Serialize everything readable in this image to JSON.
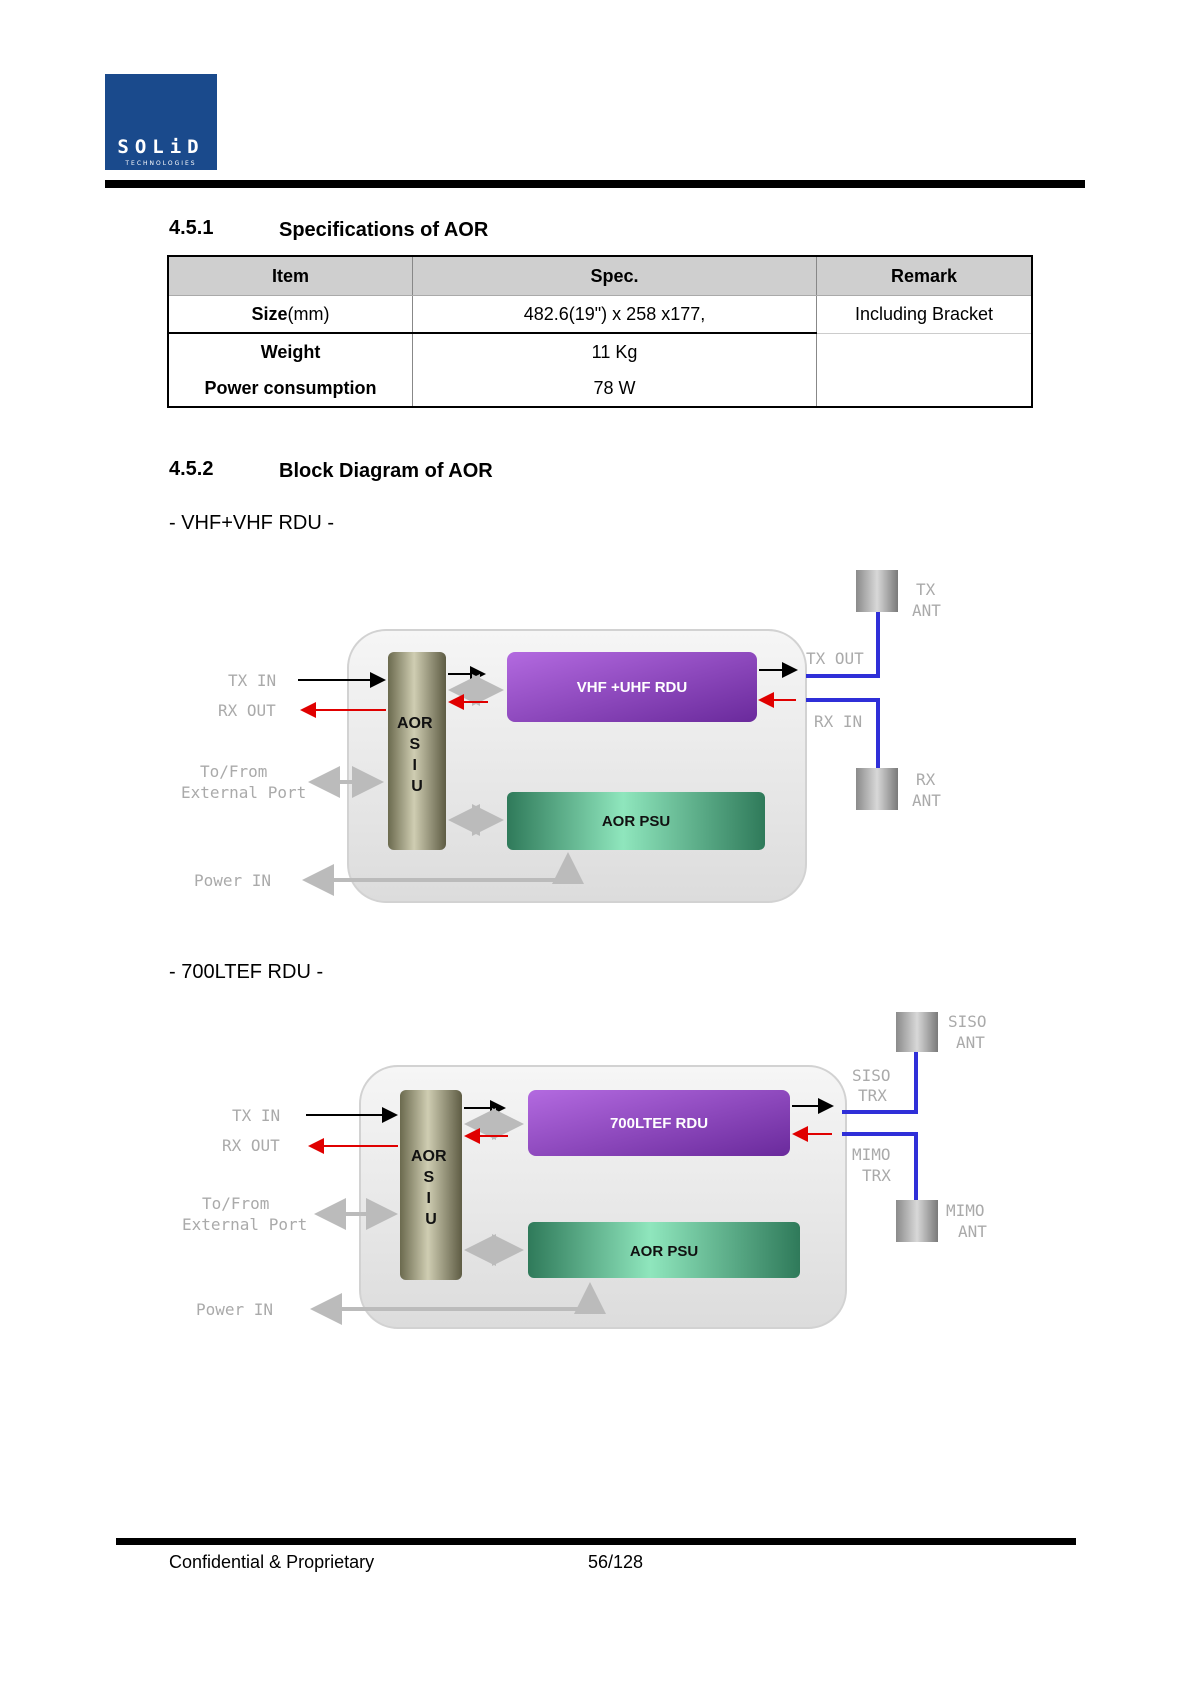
{
  "logo": {
    "name": "SOLiD",
    "sub": "TECHNOLOGIES"
  },
  "section1": {
    "number": "4.5.1",
    "title": "Specifications of AOR"
  },
  "spec_table": {
    "headers": [
      "Item",
      "Spec.",
      "Remark"
    ],
    "rows": [
      {
        "item": "Size",
        "unit": "(mm)",
        "spec": "482.6(19\") x 258 x177,",
        "remark": "Including Bracket"
      },
      {
        "item": "Weight",
        "unit": "",
        "spec": "11 Kg",
        "remark": ""
      },
      {
        "item": "Power consumption",
        "unit": "",
        "spec": "78 W",
        "remark": ""
      }
    ]
  },
  "section2": {
    "number": "4.5.2",
    "title": "Block Diagram of AOR"
  },
  "diagram1": {
    "caption": "- VHF+VHF RDU -",
    "siu": [
      "AOR",
      "S",
      "I",
      "U"
    ],
    "rdu_label": "VHF +UHF RDU",
    "psu_label": "AOR PSU",
    "left_labels": {
      "tx_in": "TX IN",
      "rx_out": "RX OUT",
      "to_from": "To/From",
      "external_port": "External Port",
      "power_in": "Power IN"
    },
    "right_labels": {
      "tx_out": "TX OUT",
      "rx_in": "RX IN",
      "tx": "TX",
      "tx_ant": "ANT",
      "rx": "RX",
      "rx_ant": "ANT"
    }
  },
  "diagram2": {
    "caption": "- 700LTEF RDU -",
    "siu": [
      "AOR",
      "S",
      "I",
      "U"
    ],
    "rdu_label": "700LTEF RDU",
    "psu_label": "AOR PSU",
    "left_labels": {
      "tx_in": "TX IN",
      "rx_out": "RX OUT",
      "to_from": "To/From",
      "external_port": "External Port",
      "power_in": "Power IN"
    },
    "right_labels": {
      "siso_trx1": "SISO",
      "siso_trx2": "TRX",
      "mimo_trx1": "MIMO",
      "mimo_trx2": "TRX",
      "siso": "SISO",
      "siso_ant": "ANT",
      "mimo": "MIMO",
      "mimo_ant": "ANT"
    }
  },
  "footer": {
    "left": "Confidential & Proprietary",
    "page": "56/128"
  },
  "colors": {
    "logo_blue": "#1a4a8c",
    "rdu_purple": "#8a3fc0",
    "psu_green": "#3f9a72",
    "link_blue": "#2f2fd8",
    "arrow_red": "#e00000"
  }
}
